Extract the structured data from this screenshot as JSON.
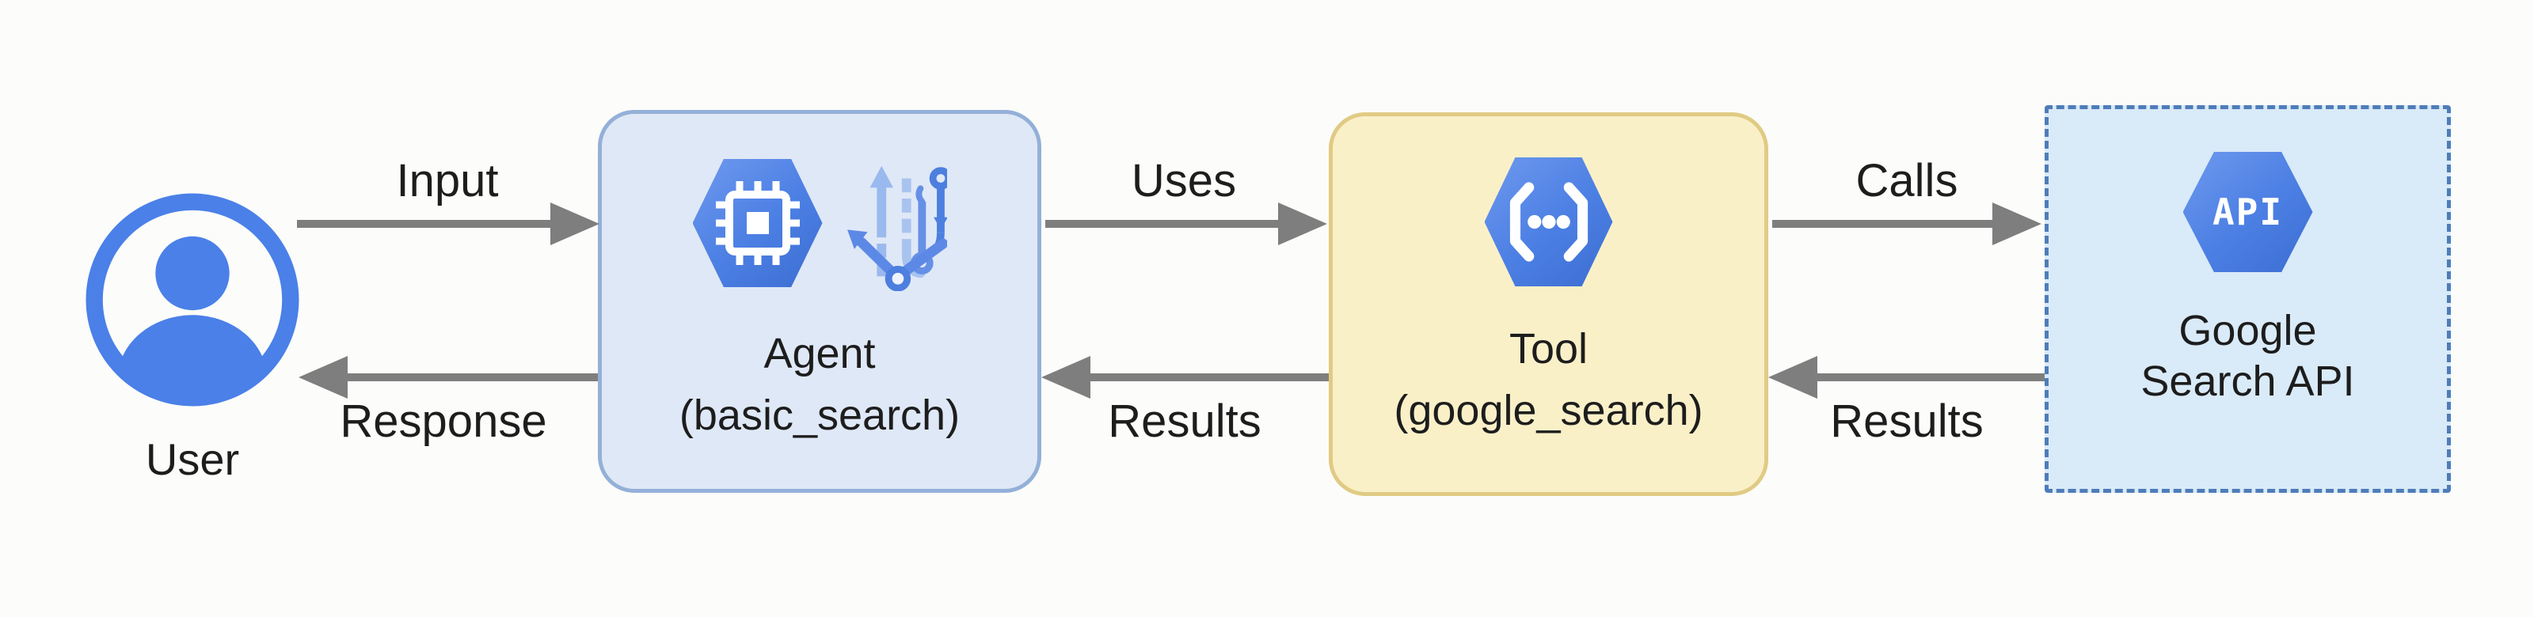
{
  "diagram": {
    "nodes": {
      "user": {
        "label": "User"
      },
      "agent": {
        "title": "Agent",
        "subtitle": "(basic_search)"
      },
      "tool": {
        "title": "Tool",
        "subtitle": "(google_search)"
      },
      "api": {
        "title": "Google",
        "subtitle": "Search API",
        "icon_text": "API"
      }
    },
    "edges": {
      "input": {
        "label": "Input"
      },
      "uses": {
        "label": "Uses"
      },
      "calls": {
        "label": "Calls"
      },
      "response": {
        "label": "Response"
      },
      "results_tool_to_agent": {
        "label": "Results"
      },
      "results_api_to_tool": {
        "label": "Results"
      }
    },
    "colors": {
      "icon_blue": "#4d80e4",
      "agent_box_fill": "#dfe8f6",
      "agent_box_border": "#94b0d8",
      "tool_box_fill": "#faf0c8",
      "tool_box_border": "#e0cb84",
      "api_box_fill": "#d9eaf8",
      "api_box_border": "#4e7db8",
      "arrow_gray": "#7e7e7e",
      "text": "#1d1d1d"
    }
  }
}
